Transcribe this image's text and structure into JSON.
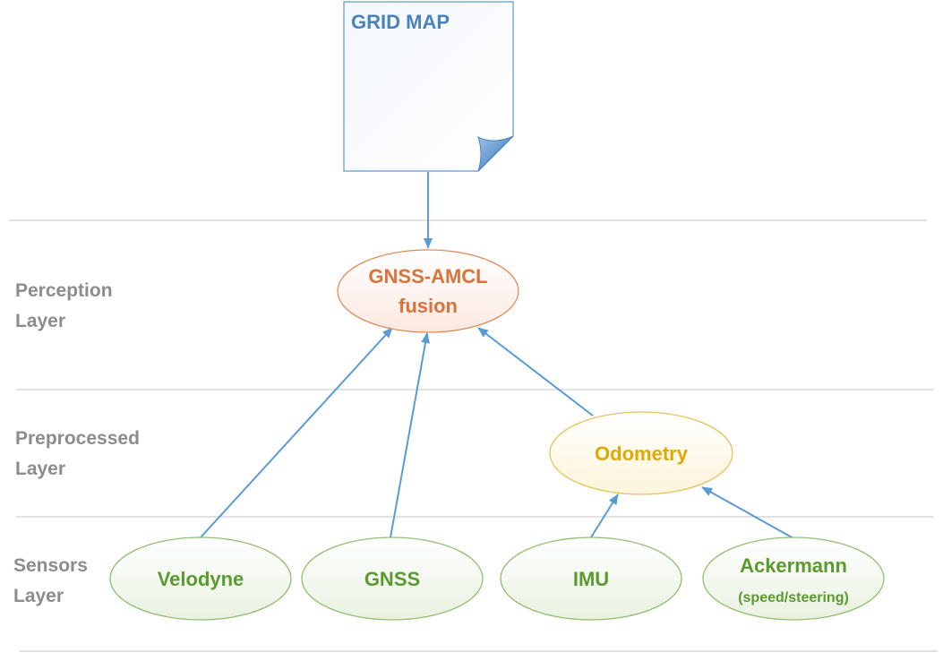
{
  "doc": {
    "title": "GRID MAP"
  },
  "layers": {
    "perception": [
      "Perception",
      "Layer"
    ],
    "preprocessed": [
      "Preprocessed",
      "Layer"
    ],
    "sensors": [
      "Sensors",
      "Layer"
    ]
  },
  "nodes": {
    "fusion": [
      "GNSS-AMCL",
      "fusion"
    ],
    "odometry": "Odometry",
    "velodyne": "Velodyne",
    "gnss": "GNSS",
    "imu": "IMU",
    "ackermann": "Ackermann",
    "ackermann_sub": "(speed/steering)"
  },
  "colors": {
    "doc_title": "#4a82bd",
    "fusion": "#d9733b",
    "odometry": "#e0a800",
    "sensor": "#5a9a2e",
    "arrow": "#5b9bd5",
    "layer_label": "#8c8c8c",
    "divider": "#d9d9d9"
  }
}
